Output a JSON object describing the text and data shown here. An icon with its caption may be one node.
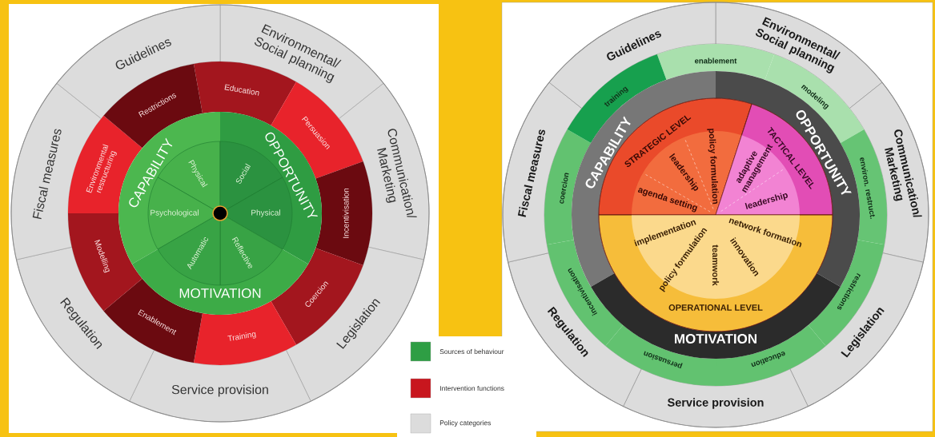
{
  "diagram": {
    "nodes": [
      {
        "text": [
          "Environmental/ Social planning"
        ]
      },
      {
        "text": [
          "Communication/ Marketing"
        ]
      },
      {
        "text": [
          "Legislation"
        ]
      },
      {
        "text": [
          "Service provision"
        ]
      },
      {
        "text": [
          "Regulation"
        ]
      },
      {
        "text": [
          "Fiscal measures"
        ]
      },
      {
        "text": [
          "Guidelines"
        ]
      },
      {
        "text": [
          "Education"
        ]
      },
      {
        "text": [
          "Persuasion"
        ]
      },
      {
        "text": [
          "Incentivisation"
        ]
      },
      {
        "text": [
          "Coercion"
        ]
      },
      {
        "text": [
          "Training"
        ]
      },
      {
        "text": [
          "Enablement"
        ]
      },
      {
        "text": [
          "Modelling"
        ]
      },
      {
        "text": [
          "Environmental restructuring"
        ]
      },
      {
        "text": [
          "Restrictions"
        ]
      },
      {
        "text": [
          "CAPABILITY"
        ]
      },
      {
        "text": [
          "Physical"
        ],
        "in": 16
      },
      {
        "text": [
          "Psychological"
        ],
        "in": 16
      },
      {
        "text": [
          "OPPORTUNITY"
        ]
      },
      {
        "text": [
          "Social"
        ],
        "in": 19
      },
      {
        "text": [
          "Physical"
        ],
        "in": 19
      },
      {
        "text": [
          "MOTIVATION"
        ]
      },
      {
        "text": [
          "Reflective"
        ],
        "in": 22
      },
      {
        "text": [
          "Automatic"
        ],
        "in": 22
      },
      {
        "text": [
          "Environmental/ Social planning"
        ]
      },
      {
        "text": [
          "Communication/ Marketing"
        ]
      },
      {
        "text": [
          "Legislation"
        ]
      },
      {
        "text": [
          "Service provision"
        ]
      },
      {
        "text": [
          "Regulation"
        ]
      },
      {
        "text": [
          "Fiscal measures"
        ]
      },
      {
        "text": [
          "Guidelines"
        ]
      },
      {
        "text": [
          "enablement"
        ]
      },
      {
        "text": [
          "modeling"
        ]
      },
      {
        "text": [
          "environ. restruct."
        ]
      },
      {
        "text": [
          "restrictions"
        ]
      },
      {
        "text": [
          "education"
        ]
      },
      {
        "text": [
          "persuasion"
        ]
      },
      {
        "text": [
          "incentivisation"
        ]
      },
      {
        "text": [
          "coercion"
        ]
      },
      {
        "text": [
          "training"
        ]
      },
      {
        "text": [
          "CAPABILITY"
        ]
      },
      {
        "text": [
          "OPPORTUNITY"
        ]
      },
      {
        "text": [
          "MOTIVATION"
        ]
      },
      {
        "text": [
          "STRATEGIC LEVEL",
          "agenda setting",
          "leadership",
          "policy formulation"
        ]
      },
      {
        "text": [
          "TACTICAL LEVEL",
          "adaptive management",
          "leadership"
        ]
      },
      {
        "text": [
          "OPERATIONAL LEVEL",
          "implementation",
          "policy formulation",
          "teamwork",
          "innovation",
          "network formation"
        ]
      }
    ],
    "legend": [
      {
        "text": "Sources of behaviour",
        "color": "#2e9e44"
      },
      {
        "text": "Intervention functions",
        "color": "#c8161e"
      },
      {
        "text": "Policy categories",
        "color": "#dcdcdc"
      }
    ]
  }
}
